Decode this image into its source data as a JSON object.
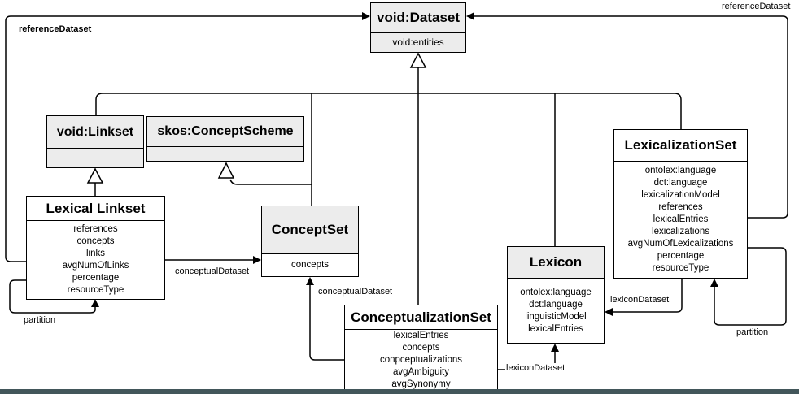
{
  "diagram": {
    "title": "VoID / OntoLex lexicalization metadata class diagram",
    "colors": {
      "canvas": "#ffffff",
      "line": "#000000",
      "box_gray": "#ececec",
      "box_white": "#ffffff",
      "bottom_bar": "#42565a"
    },
    "classes": [
      {
        "title": "void:Dataset",
        "attributes": [
          "void:entities"
        ]
      },
      {
        "title": "void:Linkset",
        "attributes": []
      },
      {
        "title": "skos:ConceptScheme",
        "attributes": []
      },
      {
        "title": "Lexical Linkset",
        "attributes": [
          "references",
          "concepts",
          "links",
          "avgNumOfLinks",
          "percentage",
          "resourceType"
        ]
      },
      {
        "title": "ConceptSet",
        "attributes": [
          "concepts"
        ]
      },
      {
        "title": "ConceptualizationSet",
        "attributes": [
          "lexicalEntries",
          "concepts",
          "conpceptualizations",
          "avgAmbiguity",
          "avgSynonymy"
        ]
      },
      {
        "title": "Lexicon",
        "attributes": [
          "ontolex:language",
          "dct:language",
          "linguisticModel",
          "lexicalEntries"
        ]
      },
      {
        "title": "LexicalizationSet",
        "attributes": [
          "ontolex:language",
          "dct:language",
          "lexicalizationModel",
          "references",
          "lexicalEntries",
          "lexicalizations",
          "avgNumOfLexicalizations",
          "percentage",
          "resourceType"
        ]
      }
    ],
    "edge_labels": {
      "reference_dataset_left": "referenceDataset",
      "reference_dataset_right": "referenceDataset",
      "conceptual_dataset_left": "conceptualDataset",
      "conceptual_dataset_bottom": "conceptualDataset",
      "lexicon_dataset_right": "lexiconDataset",
      "lexicon_dataset_bottom": "lexiconDataset",
      "partition_left": "partition",
      "partition_right": "partition"
    }
  }
}
